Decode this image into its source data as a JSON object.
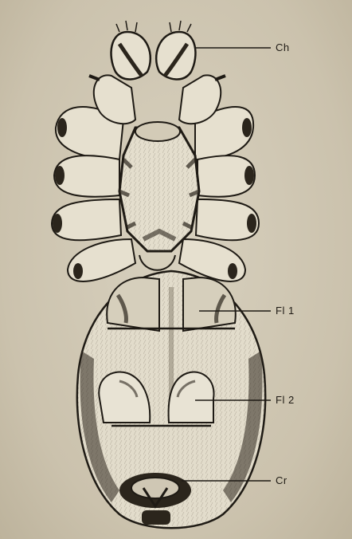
{
  "figure": {
    "colors": {
      "background": "#cfc7b4",
      "ink": "#1e1a14",
      "body_fill": "#e2dccb",
      "shadow": "#2b251c"
    },
    "labels": {
      "ch": "Ch",
      "fl1": "Fl 1",
      "fl2": "Fl 2",
      "cr": "Cr"
    }
  }
}
